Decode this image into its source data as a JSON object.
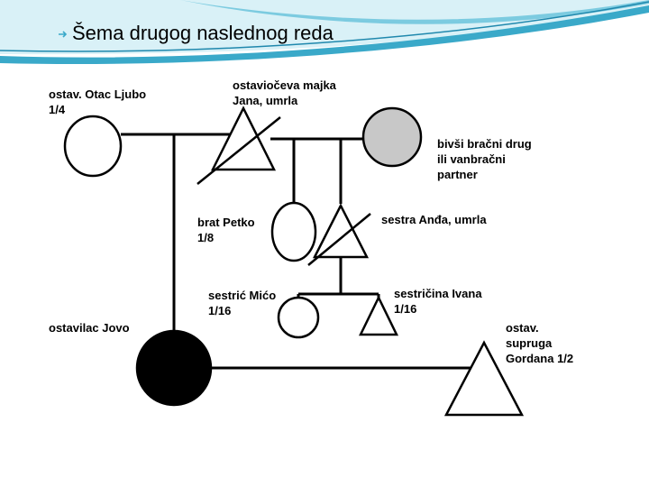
{
  "slide": {
    "title": "Šema drugog naslednog reda",
    "colors": {
      "wave_dark": "#3aa9c9",
      "wave_light": "#bfe6f0",
      "line": "#000000",
      "deceased_fill": "#000000",
      "gray_fill": "#c8c8c8"
    }
  },
  "persons": {
    "otac": {
      "label": "ostav. Otac Ljubo\n1/4",
      "symbol": "circle",
      "deceased": false
    },
    "majka": {
      "label": "ostaviočeva majka\nJana, umrla",
      "symbol": "triangle",
      "deceased": true
    },
    "bivsi": {
      "label": "bivši bračni drug\nili vanbračni\npartner",
      "symbol": "circle",
      "shaded": true
    },
    "petko": {
      "label": "brat Petko\n1/8",
      "symbol": "circle",
      "deceased": false
    },
    "anda": {
      "label": "sestra Anđa, umrla",
      "symbol": "triangle",
      "deceased": true
    },
    "mico": {
      "label": "sestrić Mićo\n1/16",
      "symbol": "circle",
      "deceased": false
    },
    "ivana": {
      "label": "sestričina Ivana\n1/16",
      "symbol": "triangle",
      "deceased": false
    },
    "jovo": {
      "label": "ostavilac Jovo",
      "symbol": "circle",
      "decedent": true
    },
    "gordana": {
      "label": "ostav.\nsupruga\nGordana 1/2",
      "symbol": "triangle",
      "deceased": false
    }
  }
}
